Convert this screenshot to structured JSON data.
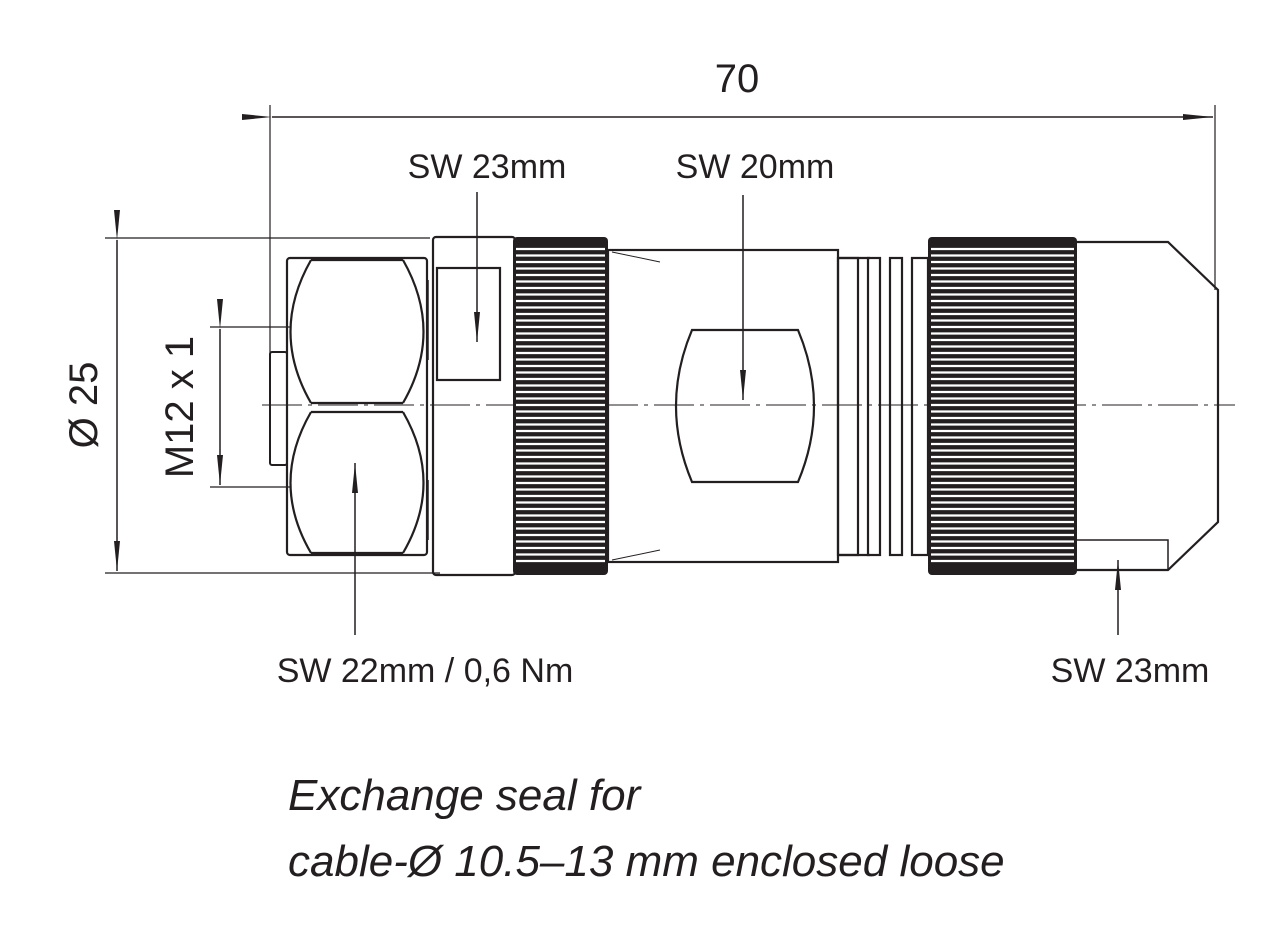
{
  "dimensions": {
    "overall_length": "70",
    "diameter": "Ø 25",
    "thread": "M12 x 1"
  },
  "callouts": {
    "sw_coupling": "SW 23mm",
    "sw_body": "SW 20mm",
    "sw_nut": "SW 22mm / 0,6 Nm",
    "sw_cap": "SW 23mm"
  },
  "note": {
    "line1": "Exchange seal for",
    "line2": "cable-Ø 10.5–13 mm enclosed loose"
  },
  "colors": {
    "ink": "#231f20"
  }
}
